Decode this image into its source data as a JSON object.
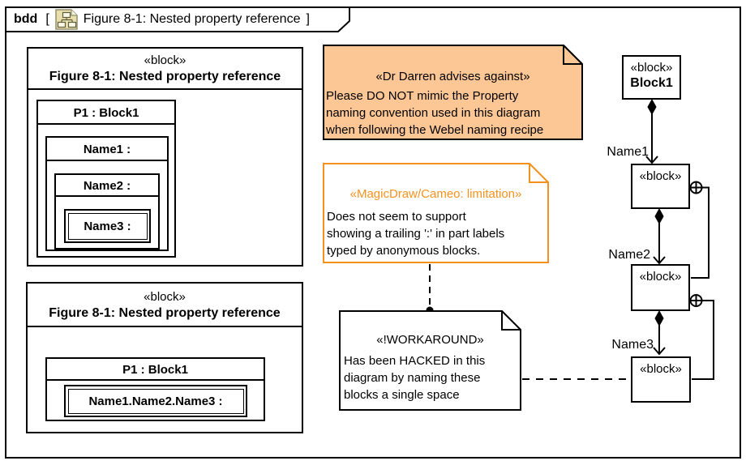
{
  "tab": {
    "keyword": "bdd",
    "open_bracket": "[",
    "title": "Figure 8-1: Nested property reference",
    "close_bracket": "]",
    "icon": "bdd-diagram-icon"
  },
  "colors": {
    "note_fill": "#FDC795",
    "accent_orange": "#F5921E",
    "line": "#000000"
  },
  "blocks": {
    "nested": {
      "stereotype": "«block»",
      "name": "Figure 8-1: Nested property reference",
      "p1_label": "P1 : Block1",
      "name1_label": "Name1 :",
      "name2_label": "Name2 :",
      "name3_label": "Name3 :"
    },
    "flat": {
      "stereotype": "«block»",
      "name": "Figure 8-1: Nested property reference",
      "p1_label": "P1 : Block1",
      "path_label": "Name1.Name2.Name3 :"
    }
  },
  "notes": {
    "advice": {
      "stereotype": "«Dr Darren advises against»",
      "lines": [
        "Please DO NOT mimic the Property",
        "naming convention used in this diagram",
        "when following the Webel naming recipe"
      ]
    },
    "limitation": {
      "stereotype": "«MagicDraw/Cameo: limitation»",
      "lines": [
        "Does not seem to support",
        "showing a trailing ':' in part labels",
        "typed by anonymous blocks."
      ]
    },
    "workaround": {
      "stereotype": "«!WORKAROUND»",
      "lines": [
        "Has been HACKED in this",
        "diagram by naming these",
        "blocks a single space"
      ]
    }
  },
  "chain": {
    "block1": {
      "stereotype": "«block»",
      "name": "Block1"
    },
    "anon1": {
      "stereotype": "«block»"
    },
    "anon2": {
      "stereotype": "«block»"
    },
    "anon3": {
      "stereotype": "«block»"
    },
    "edge_labels": [
      "Name1",
      "Name2",
      "Name3"
    ]
  }
}
